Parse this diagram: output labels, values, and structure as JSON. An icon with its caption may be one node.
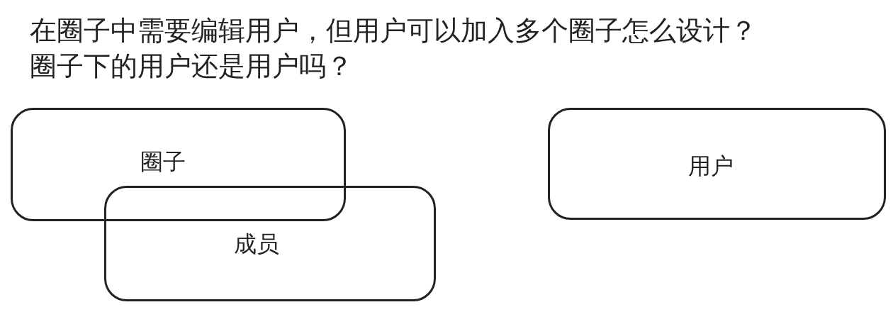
{
  "diagram": {
    "title": "在圈子中需要编辑用户，但用户可以加入多个圈子怎么设计？圈子下的用户还是用户吗？",
    "nodes": [
      {
        "text": [
          "圈子"
        ]
      },
      {
        "text": [
          "成员"
        ]
      },
      {
        "text": [
          "用户"
        ]
      }
    ]
  }
}
